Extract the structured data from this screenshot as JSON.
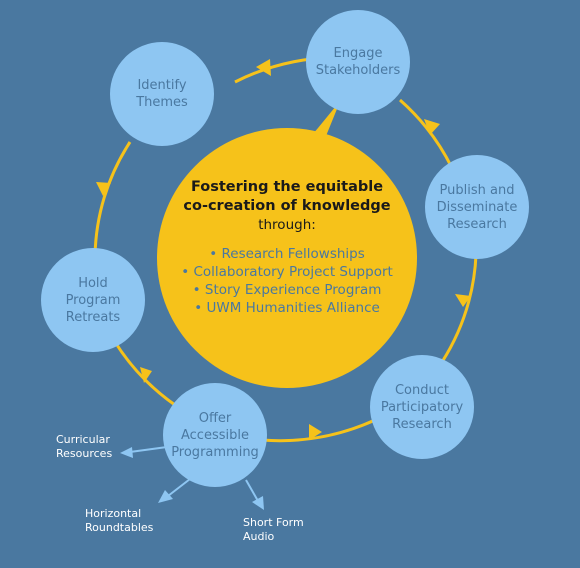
{
  "center": {
    "title": "Fostering the equitable\nco-creation of knowledge",
    "subtitle": "through:",
    "programs": [
      "Research Fellowships",
      "Collaboratory Project Support",
      "Story Experience Program",
      "UWM Humanities Alliance"
    ]
  },
  "cycle": [
    {
      "label": "Engage\nStakeholders"
    },
    {
      "label": "Publish  and\nDisseminate\nResearch"
    },
    {
      "label": "Conduct\nParticipatory\nResearch"
    },
    {
      "label": "Offer\nAccessible\nProgramming"
    },
    {
      "label": "Hold\nProgram\nRetreats"
    },
    {
      "label": "Identify\nThemes"
    }
  ],
  "outputs": [
    {
      "label": "Curricular\nResources"
    },
    {
      "label": "Horizontal\nRoundtables"
    },
    {
      "label": "Short Form\nAudio"
    }
  ],
  "colors": {
    "background": "#4a78a0",
    "node_fill": "#8ec6f2",
    "center_fill": "#f6c21a",
    "arrow": "#f6c21a",
    "leaf_arrow": "#8ec6f2",
    "node_text": "#4a78a0"
  }
}
